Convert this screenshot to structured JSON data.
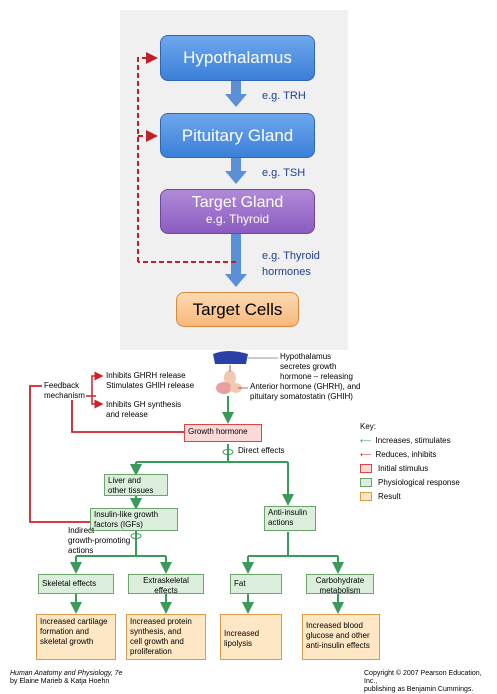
{
  "top": {
    "hypothalamus": "Hypothalamus",
    "trh": "e.g. TRH",
    "pituitary": "Pituitary Gland",
    "tsh": "e.g. TSH",
    "target_gland": "Target Gland",
    "thyroid": "e.g. Thyroid",
    "thyroid_hormones_1": "e.g. Thyroid",
    "thyroid_hormones_2": "hormones",
    "target_cells": "Target Cells"
  },
  "bottom": {
    "feedback_1": "Feedback",
    "feedback_2": "mechanism",
    "inhibits_ghrh_1": "Inhibits GHRH release",
    "inhibits_ghrh_2": "Stimulates GHIH release",
    "inhibits_gh_1": "Inhibits GH synthesis",
    "inhibits_gh_2": "and release",
    "hypo_1": "Hypothalamus",
    "hypo_2": "secretes growth",
    "hypo_3": "hormone – releasing",
    "hypo_4": "hormone (GHRH), and",
    "hypo_5": "somatostatin (GHIH)",
    "anterior_1": "Anterior",
    "anterior_2": "pituitary",
    "growth_hormone": "Growth hormone",
    "direct_effects": "Direct effects",
    "liver_1": "Liver and",
    "liver_2": "other tissues",
    "igf_1": "Insulin-like growth",
    "igf_2": "factors (IGFs)",
    "indirect_1": "Indirect",
    "indirect_2": "growth-promoting",
    "indirect_3": "actions",
    "anti_insulin_1": "Anti-insulin",
    "anti_insulin_2": "actions",
    "skeletal": "Skeletal effects",
    "extraskeletal_1": "Extraskeletal",
    "extraskeletal_2": "effects",
    "fat": "Fat",
    "carb_1": "Carbohydrate",
    "carb_2": "metabolism",
    "res1_1": "Increased cartilage",
    "res1_2": "formation and",
    "res1_3": "skeletal growth",
    "res2_1": "Increased protein",
    "res2_2": "synthesis, and",
    "res2_3": "cell growth and",
    "res2_4": "proliferation",
    "res3_1": "Increased",
    "res3_2": "lipolysis",
    "res4_1": "Increased blood",
    "res4_2": "glucose and other",
    "res4_3": "anti-insulin effects",
    "key_title": "Key:",
    "key_1": "Increases, stimulates",
    "key_2": "Reduces, inhibits",
    "key_3": "Initial stimulus",
    "key_4": "Physiological response",
    "key_5": "Result",
    "credit_left_1": "Human Anatomy and Physiology, 7e",
    "credit_left_2": "by Elaine Marieb & Katja Hoehn",
    "credit_right_1": "Copyright © 2007 Pearson Education, Inc.,",
    "credit_right_2": "publishing as Benjamin Cummings."
  },
  "colors": {
    "stimulate": "#3a9a5a",
    "inhibit": "#d0202a",
    "top_arrow": "#5b8fd6",
    "feedback": "#c0202a"
  }
}
